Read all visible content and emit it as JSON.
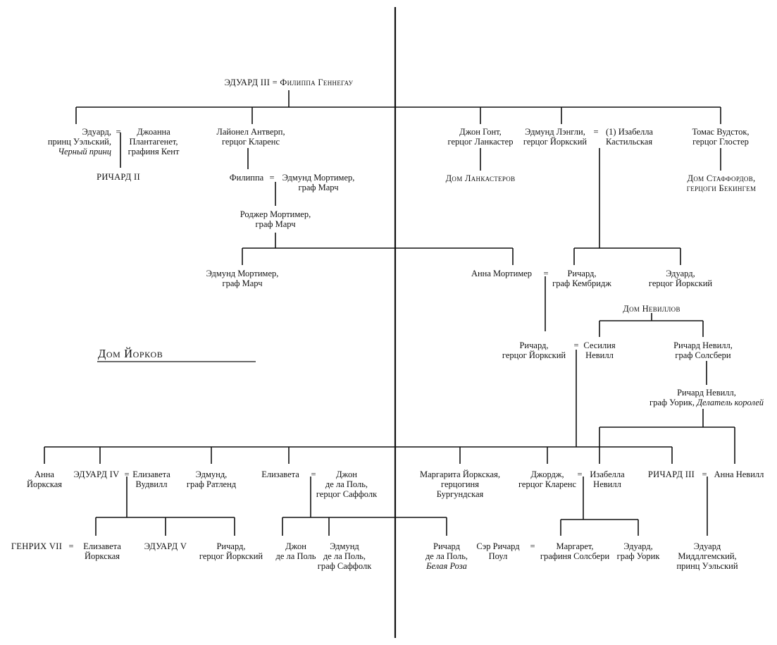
{
  "title": "Дом Йорков",
  "nodes": {
    "edward3": "ЭДУАРД III = Филиппа Геннегау",
    "edward_bp_1": "Эдуард,",
    "edward_bp_2": "принц Уэльский,",
    "edward_bp_3": "Черный принц",
    "joanna_1": "Джоанна",
    "joanna_2": "Плантагенет,",
    "joanna_3": "графиня Кент",
    "richard2": "РИЧАРД II",
    "lionel_1": "Лайонел Антверп,",
    "lionel_2": "герцог Кларенс",
    "philippa": "Филиппа",
    "mortimer_e_1": "Эдмунд Мортимер,",
    "mortimer_e_2": "граф Марч",
    "roger_1": "Роджер Мортимер,",
    "roger_2": "граф Марч",
    "edmund_m2_1": "Эдмунд Мортимер,",
    "edmund_m2_2": "граф Марч",
    "john_gaunt_1": "Джон Гонт,",
    "john_gaunt_2": "герцог Ланкастер",
    "lancaster_house": "Дом Ланкастеров",
    "edmund_langley_1": "Эдмунд Лэнгли,",
    "edmund_langley_2": "герцог Йоркский",
    "isabella_c_1": "(1) Изабелла",
    "isabella_c_2": "Кастильская",
    "thomas_1": "Томас Вудсток,",
    "thomas_2": "герцог Глостер",
    "stafford_1": "Дом Стаффордов,",
    "stafford_2": "герцоги Бекингем",
    "anna_mortimer": "Анна Мортимер",
    "richard_camb_1": "Ричард,",
    "richard_camb_2": "граф Кембридж",
    "edward_york_1": "Эдуард,",
    "edward_york_2": "герцог Йоркский",
    "neville_house": "Дом Невиллов",
    "richard_york_1": "Ричард,",
    "richard_york_2": "герцог Йоркский",
    "cecily_1": "Сесилия",
    "cecily_2": "Невилл",
    "salisbury_1": "Ричард Невилл,",
    "salisbury_2": "граф Солсбери",
    "warwick_1": "Ричард Невилл,",
    "warwick_2": "граф Уорик,",
    "warwick_3": "Делатель королей",
    "anna_york_1": "Анна",
    "anna_york_2": "Йоркская",
    "edward4": "ЭДУАРД IV",
    "elizabeth_w_1": "Елизавета",
    "elizabeth_w_2": "Вудвилл",
    "edmund_rutland_1": "Эдмунд,",
    "edmund_rutland_2": "граф Ратленд",
    "elizabeth_y": "Елизавета",
    "john_pole_1": "Джон",
    "john_pole_2": "де ла Поль,",
    "john_pole_3": "герцог Саффолк",
    "margaret_burg_1": "Маргарита Йоркская,",
    "margaret_burg_2": "герцогиня",
    "margaret_burg_3": "Бургундская",
    "george_1": "Джордж,",
    "george_2": "герцог Кларенс",
    "isabella_n_1": "Изабелла",
    "isabella_n_2": "Невилл",
    "richard3": "РИЧАРД III",
    "anne_neville": "Анна Невилл",
    "henry7": "ГЕНРИХ VII",
    "elizabeth_york_1": "Елизавета",
    "elizabeth_york_2": "Йоркская",
    "edward5": "ЭДУАРД V",
    "richard_shrews_1": "Ричард,",
    "richard_shrews_2": "герцог Йоркский",
    "john_lp_1": "Джон",
    "john_lp_2": "де ла Поль",
    "edmund_lp_1": "Эдмунд",
    "edmund_lp_2": "де ла Поль,",
    "edmund_lp_3": "граф Саффолк",
    "richard_lp_1": "Ричард",
    "richard_lp_2": "де ла Поль,",
    "richard_lp_3": "Белая Роза",
    "pole_1": "Сэр Ричард",
    "pole_2": "Поул",
    "margaret_s_1": "Маргарет,",
    "margaret_s_2": "графиня Солсбери",
    "edward_warwick_1": "Эдуард,",
    "edward_warwick_2": "граф Уорик",
    "edward_mid_1": "Эдуард",
    "edward_mid_2": "Миддлгемский,",
    "edward_mid_3": "принц Уэльский"
  },
  "marriage_symbol": "="
}
